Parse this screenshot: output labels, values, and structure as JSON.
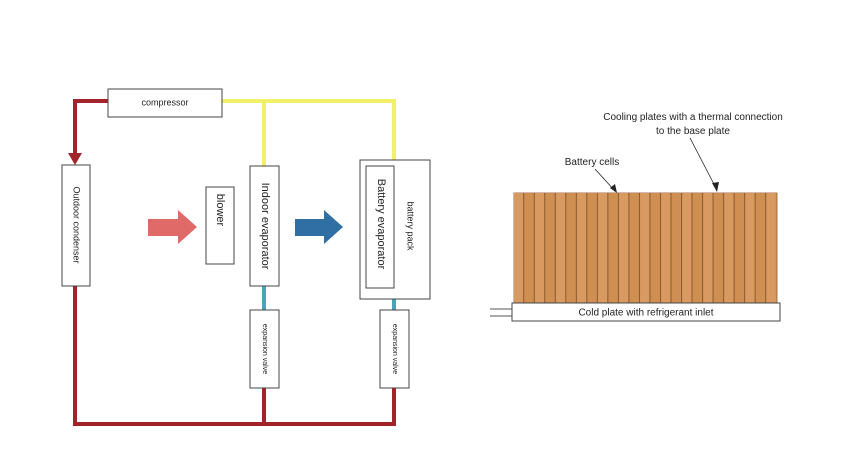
{
  "left_diagram": {
    "compressor": "compressor",
    "outdoor_condenser": "Outdoor condenser",
    "blower": "blower",
    "indoor_evaporator": "Indoor evaporator",
    "battery_evaporator": "Battery evaporator",
    "battery_pack": "battery pack",
    "expansion_valve_1": "expansion valve",
    "expansion_valve_2": "expansion valve"
  },
  "right_diagram": {
    "callout_cooling_plates_line1": "Cooling plates with a thermal connection",
    "callout_cooling_plates_line2": "to the base plate",
    "callout_battery_cells": "Battery cells",
    "cold_plate": "Cold plate with refrigerant inlet"
  },
  "colors": {
    "hot_line": "#a3232a",
    "suction_line": "#f2ef6a",
    "liquid_line": "#4aa3b8",
    "arrow_warm": "#e06a68",
    "arrow_cool": "#2f6fa3",
    "cell_fill": "#d4955a",
    "cell_stroke": "#8a5a2e"
  },
  "cell_count": 25
}
